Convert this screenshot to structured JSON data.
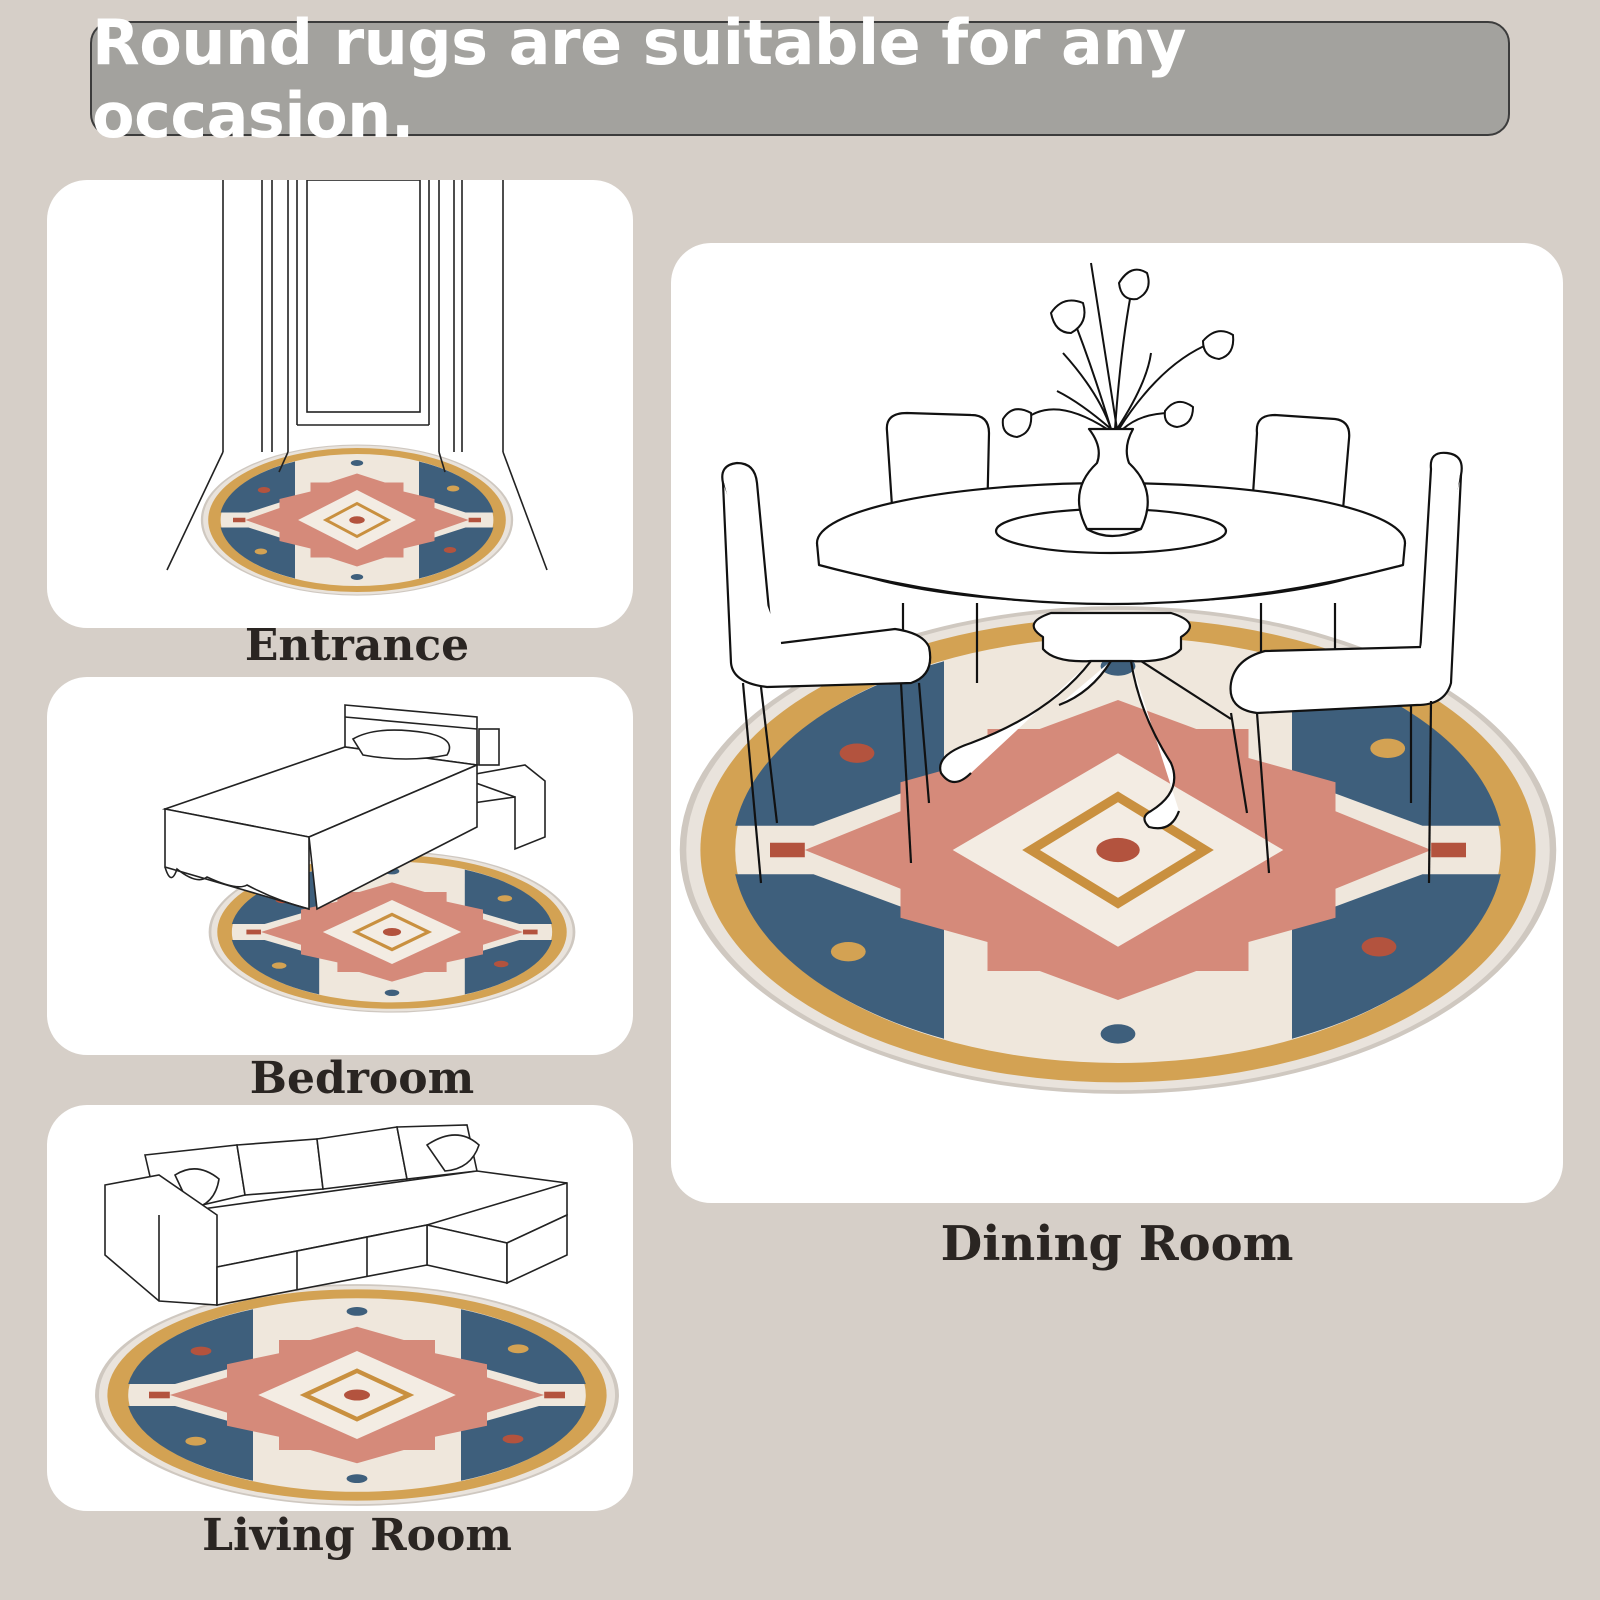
{
  "header": {
    "title": "Round rugs are suitable for any occasion."
  },
  "rooms": {
    "entrance": "Entrance",
    "bedroom": "Bedroom",
    "living": "Living Room",
    "dining": "Dining Room"
  },
  "colors": {
    "background": "#d6cfc8",
    "banner": "#a3a29e",
    "rug_cream": "#efe7dc",
    "rug_rose": "#d58a7a",
    "rug_blue": "#3e5f7c",
    "rug_gold": "#d3a253",
    "rug_rust": "#b3533e"
  },
  "icons": [
    "door-illustration",
    "bed-illustration",
    "sofa-illustration",
    "dining-table-illustration",
    "round-rug-icon"
  ]
}
